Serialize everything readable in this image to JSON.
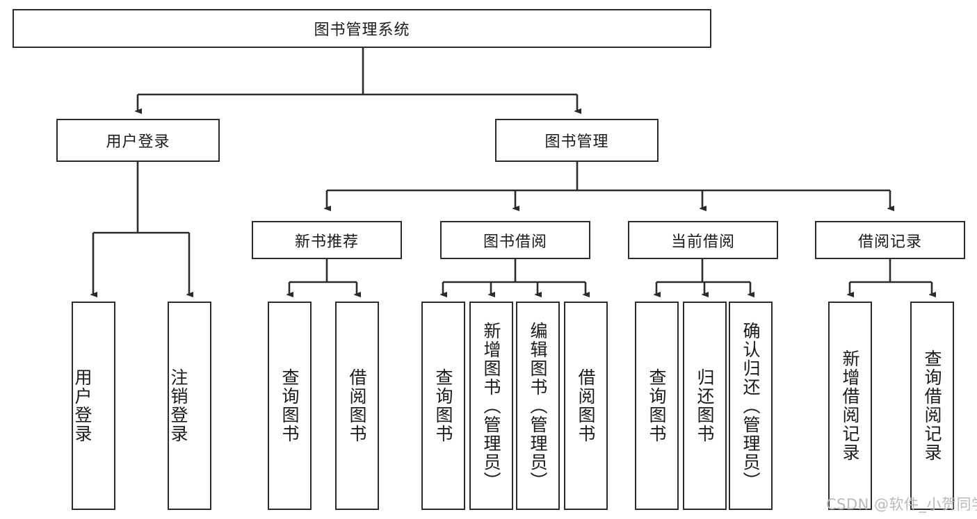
{
  "diagram": {
    "title": "图书管理系统",
    "type": "tree-hierarchy",
    "watermark": "CSDN @软件_小贺同学",
    "colors": {
      "box_border": "#2b2b2b",
      "edge": "#2b2b2b",
      "background": "#ffffff",
      "text": "#1a1a1a",
      "watermark": "#b9b9b9"
    },
    "root": {
      "label": "图书管理系统"
    },
    "level2": [
      {
        "label": "用户登录"
      },
      {
        "label": "图书管理"
      }
    ],
    "level3": [
      {
        "label": "新书推荐"
      },
      {
        "label": "图书借阅"
      },
      {
        "label": "当前借阅"
      },
      {
        "label": "借阅记录"
      }
    ],
    "leaves": {
      "user_login": [
        {
          "label": "用户登录"
        },
        {
          "label": "注销登录"
        }
      ],
      "new_book_recommend": [
        {
          "label": "查询图书"
        },
        {
          "label": "借阅图书"
        }
      ],
      "book_borrow": [
        {
          "label": "查询图书"
        },
        {
          "label": "新增图书（管理员）"
        },
        {
          "label": "编辑图书（管理员）"
        },
        {
          "label": "借阅图书"
        }
      ],
      "current_borrow": [
        {
          "label": "查询图书"
        },
        {
          "label": "归还图书"
        },
        {
          "label": "确认归还（管理员）"
        }
      ],
      "borrow_record": [
        {
          "label": "新增借阅记录"
        },
        {
          "label": "查询借阅记录"
        }
      ]
    }
  }
}
